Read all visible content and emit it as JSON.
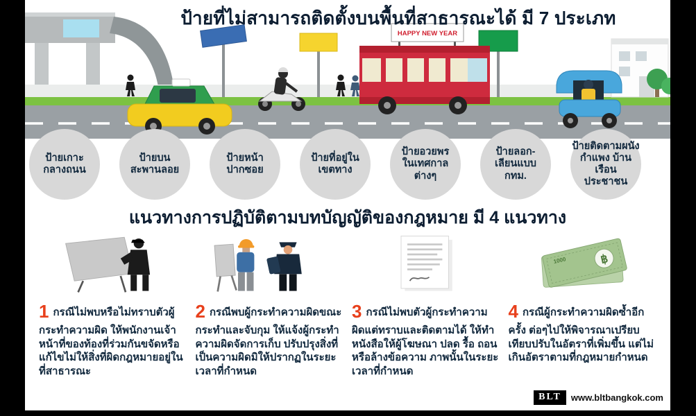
{
  "titles": {
    "section1": "ป้ายที่ไม่สามารถติดตั้งบนพื้นที่สาธารณะได้ มี 7 ประเภท",
    "section2": "แนวทางการปฏิบัติตามบทบัญญัติของกฎหมาย มี 4 แนวทาง"
  },
  "scene": {
    "bus_banner": "HAPPY NEW YEAR"
  },
  "sign_types": {
    "items": [
      {
        "label": "ป้ายเกาะ\nกลางถนน"
      },
      {
        "label": "ป้ายบน\nสะพานลอย"
      },
      {
        "label": "ป้ายหน้า\nปากซอย"
      },
      {
        "label": "ป้ายที่อยู่ใน\nเขตทาง"
      },
      {
        "label": "ป้ายอวยพร\nในเทศกาล\nต่างๆ"
      },
      {
        "label": "ป้ายลอก-\nเลียนแบบ\nกทม."
      },
      {
        "label": "ป้ายติดตามผนัง\nกำแพง บ้านเรือน\nประชาชน"
      }
    ]
  },
  "guidelines": {
    "items": [
      {
        "number": "1",
        "text": "กรณีไม่พบหรือไม่ทราบตัวผู้กระทำความผิด ให้พนักงานเจ้าหน้าที่ของท้องที่ร่วมกันขจัดหรือแก้ไขไม่ให้สิ่งที่ผิดกฎหมายอยู่ในที่สาธารณะ"
      },
      {
        "number": "2",
        "text": "กรณีพบผู้กระทำความผิดขณะกระทำและจับกุม ให้แจ้งผู้กระทำความผิดจัดการเก็บ ปรับปรุงสิ่งที่เป็นความผิดมิให้ปรากฏในระยะเวลาที่กำหนด"
      },
      {
        "number": "3",
        "text": "กรณีไม่พบตัวผู้กระทำความผิดแต่ทราบและติดตามได้ ให้ทำหนังสือให้ผู้โฆษณา ปลด รื้อ ถอน หรือล้างข้อความ ภาพนั้นในระยะเวลาที่กำหนด"
      },
      {
        "number": "4",
        "text": "กรณีผู้กระทำความผิดซ้ำอีกครั้ง ต่อๆไปให้พิจารณาเปรียบเทียบปรับในอัตราที่เพิ่มขึ้น แต่ไม่เกินอัตราตามที่กฎหมายกำหนด"
      }
    ]
  },
  "banknote": {
    "value": "1000",
    "currency": "฿"
  },
  "footer": {
    "logo": "BLT",
    "url": "www.bltbangkok.com"
  },
  "colors": {
    "accent_number": "#e8401c",
    "text_dark": "#12293e",
    "circle_gray": "#d8d8d8",
    "road_gray": "#9aa0a4",
    "grass_green": "#7cc242",
    "bus_red": "#ce2b3e",
    "taxi_yellow": "#f2cc1f",
    "taxi_green": "#2f9e4e",
    "tuktuk_blue": "#49a7dc"
  }
}
